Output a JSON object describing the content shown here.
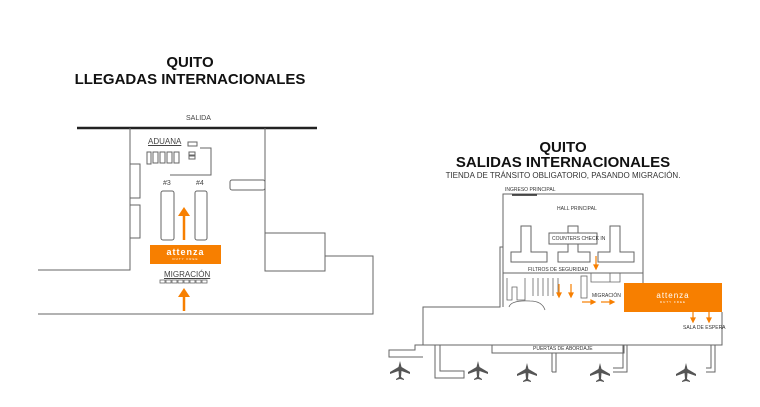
{
  "arrivals": {
    "title_line1": "QUITO",
    "title_line2": "LLEGADAS INTERNACIONALES",
    "exit_label": "SALIDA",
    "customs_label": "ADUANA",
    "belt_3": "#3",
    "belt_4": "#4",
    "migration_label": "MIGRACIÓN",
    "brand_name": "attenza",
    "brand_sub": "DUTY FREE"
  },
  "departures": {
    "title_line1": "QUITO",
    "title_line2": "SALIDAS INTERNACIONALES",
    "subtitle": "TIENDA DE TRÁNSITO OBLIGATORIO, PASANDO MIGRACIÓN.",
    "main_entrance": "INGRESO PRINCIPAL",
    "main_hall": "HALL PRINCIPAL",
    "checkin": "COUNTERS CHECK IN",
    "security": "FILTROS DE SEGURIDAD",
    "migration_label": "MIGRACIÓN",
    "waiting": "SALA DE ESPERA",
    "gates": "PUERTAS DE ABORDAJE",
    "brand_name": "attenza",
    "brand_sub": "DUTY FREE"
  },
  "colors": {
    "accent": "#f77f00",
    "wall": "#555555"
  }
}
